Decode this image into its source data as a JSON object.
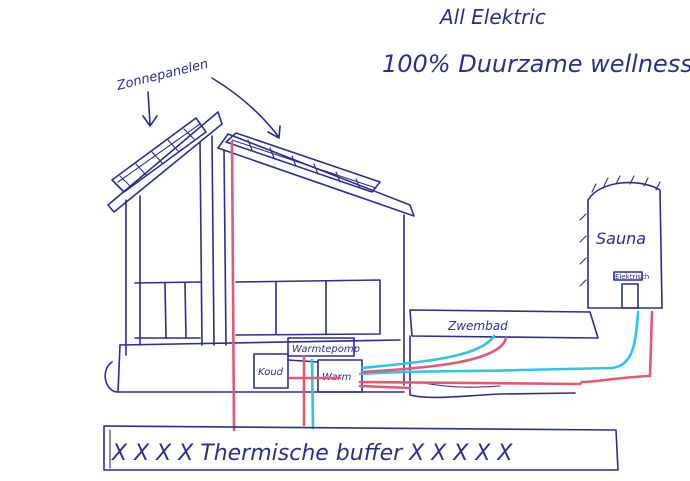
{
  "header": {
    "line1": "All Elektric",
    "line2": "100% Duurzame wellness"
  },
  "labels": {
    "zonnepanelen": "Zonnepanelen",
    "sauna": "Sauna",
    "elektrisch": "Elektrisch",
    "zwembad": "Zwembad",
    "warmtepomp": "Warmtepomp",
    "koud": "Koud",
    "warm": "Warm",
    "buffer": "X X X X   Thermische buffer X  X X X X"
  },
  "colors": {
    "ink": "#2b2f8a",
    "hot_pipe": "#e05a72",
    "cold_pipe": "#2cc4e8"
  }
}
